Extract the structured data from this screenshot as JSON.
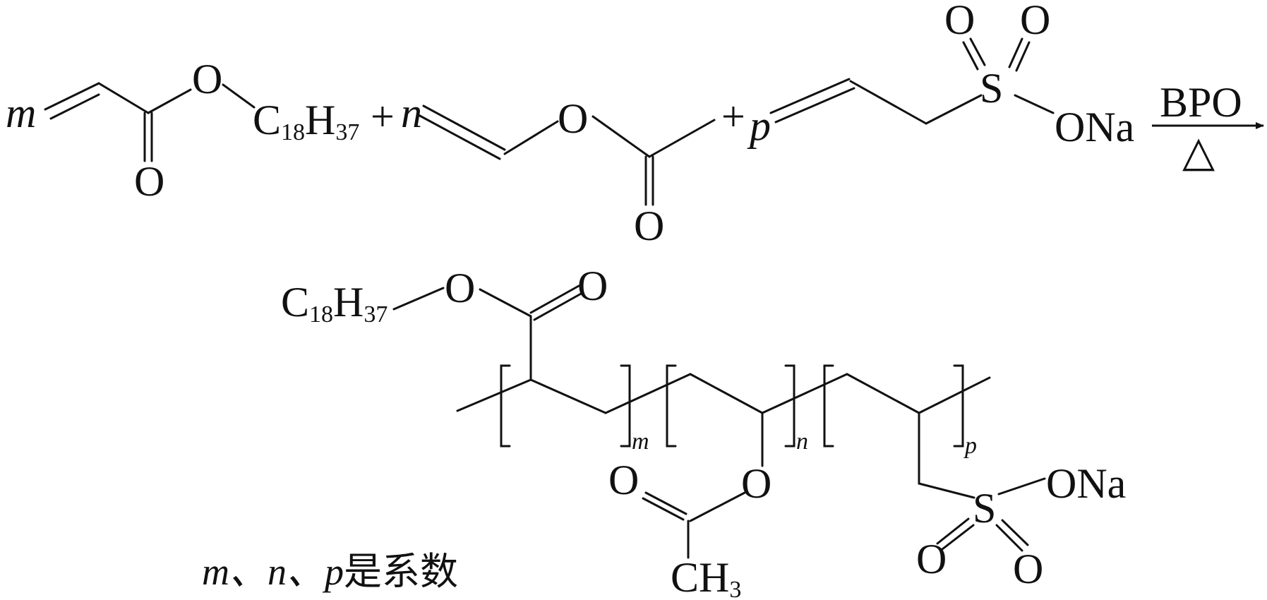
{
  "reactants": {
    "coef_m": "m",
    "chain_a": "C",
    "chain_a_sub1": "18",
    "chain_a_h": "H",
    "chain_a_sub2": "37",
    "plus_1": "+",
    "coef_n": "n",
    "plus_2": "+",
    "coef_p": "p",
    "o_ester1_link": "O",
    "o_ester1_carbonyl": "O",
    "o_ester2_link": "O",
    "o_ester2_carbonyl": "O",
    "sulfonate_s": "S",
    "sulfonate_o1": "O",
    "sulfonate_o2": "O",
    "sulfonate_ona": "ONa"
  },
  "conditions": {
    "reagent": "BPO",
    "heat_symbol": "△"
  },
  "product": {
    "chain_c": "C",
    "chain_sub1": "18",
    "chain_h": "H",
    "chain_sub2": "37",
    "ester_o_link": "O",
    "ester_o_carbonyl": "O",
    "acetate_o_link": "O",
    "acetate_o_carbonyl": "O",
    "methyl_ch": "CH",
    "methyl_sub": "3",
    "sulfonate_s": "S",
    "sulfonate_ona": "ONa",
    "sulfonate_o1": "O",
    "sulfonate_o2": "O",
    "index_m": "m",
    "index_n": "n",
    "index_p": "p"
  },
  "caption": {
    "vars": "m、n、p",
    "text": "是系数"
  }
}
